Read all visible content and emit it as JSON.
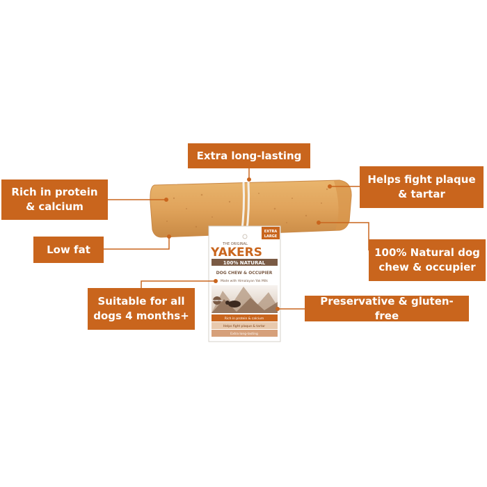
{
  "callouts": {
    "extra_long_lasting": "Extra long-lasting",
    "helps_fight_plaque": "Helps fight plaque\n& tartar",
    "rich_in_protein": "Rich in protein\n& calcium",
    "low_fat": "Low fat",
    "natural_chew": "100% Natural dog\nchew & occupier",
    "suitable_for_all": "Suitable for all\ndogs 4 months+",
    "preservative_free": "Preservative & gluten-free"
  },
  "product_tag": {
    "the_original": "THE ORIGINAL",
    "brand": "YAKERS",
    "size_badge_line1": "EXTRA",
    "size_badge_line2": "LARGE",
    "natural_line": "100% NATURAL",
    "chew_line": "DOG CHEW & OCCUPIER",
    "made_with": "Made with Himalayan Yak Milk",
    "age_badge": "4 MONTHS+",
    "strip_1": "Rich in protein & calcium",
    "strip_2": "Helps fight plaque & tartar",
    "strip_3": "Extra long-lasting"
  },
  "colors": {
    "callout_fill": "#c9651d",
    "leader_line": "#c9651d",
    "chew_body": "#e0a45e",
    "tag_brand": "#c9651d",
    "tag_band": "#7a5a44"
  }
}
